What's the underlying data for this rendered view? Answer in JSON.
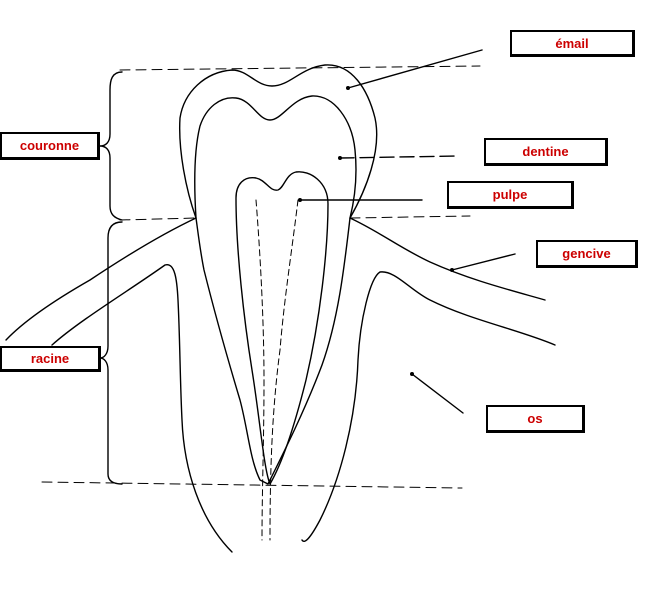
{
  "labels": {
    "email": "émail",
    "dentine": "dentine",
    "couronne": "couronne",
    "pulpe": "pulpe",
    "gencive": "gencive",
    "racine": "racine",
    "os": "os"
  },
  "colors": {
    "label_text": "#cc0000",
    "line": "#000000",
    "background": "#ffffff"
  }
}
